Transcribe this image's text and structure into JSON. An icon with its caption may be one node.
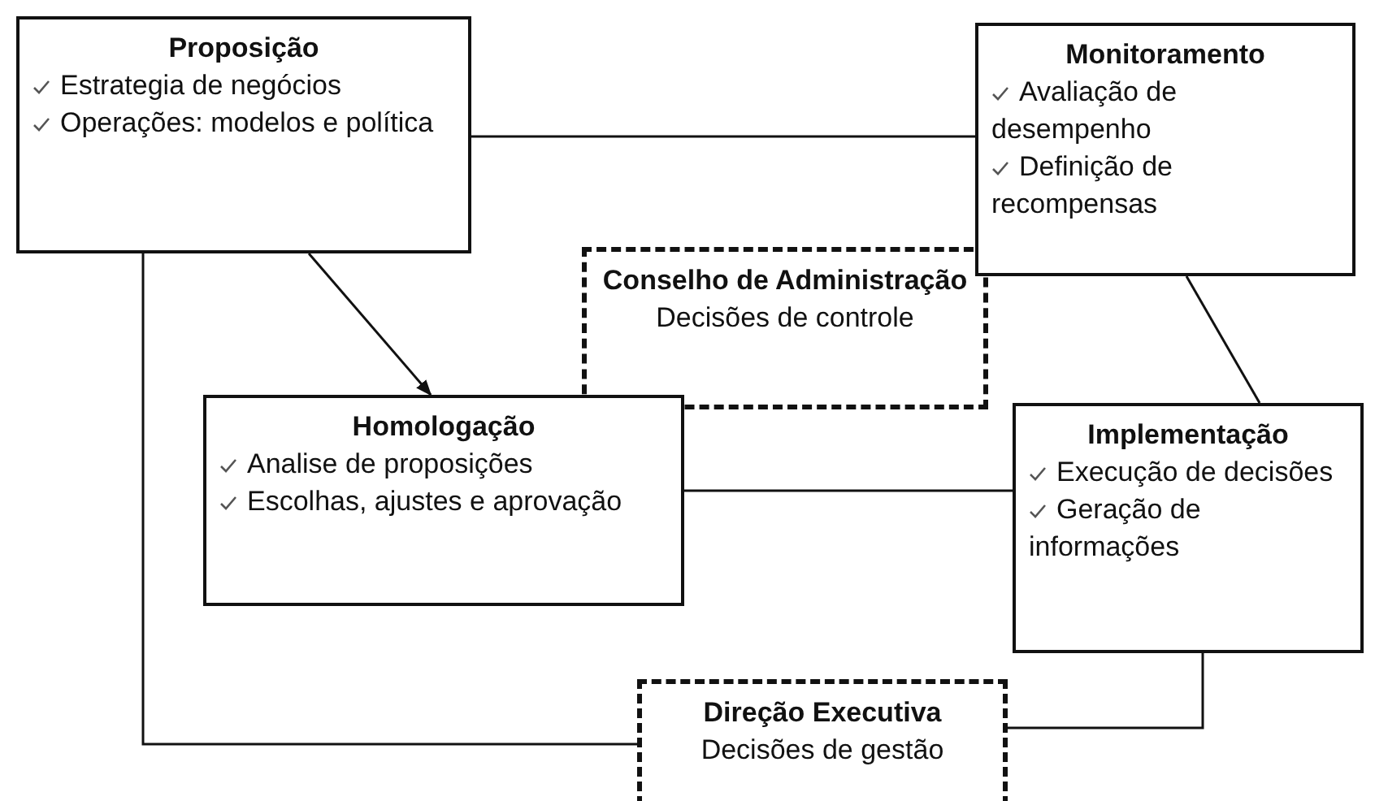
{
  "diagram": {
    "nodes": [
      {
        "text": [
          "Proposição",
          "Estrategia de negócios",
          "Operações: modelos e política"
        ]
      },
      {
        "text": [
          "Monitoramento",
          "Avaliação de desempenho",
          "Definição de recompensas"
        ]
      },
      {
        "text": [
          "Conselho de Administração",
          "Decisões de controle"
        ]
      },
      {
        "text": [
          "Homologação",
          "Analise de proposições",
          "Escolhas, ajustes e aprovação"
        ]
      },
      {
        "text": [
          "Implementação",
          "Execução de decisões",
          "Geração de informações"
        ]
      },
      {
        "text": [
          "Direção Executiva",
          "Decisões de gestão"
        ]
      }
    ],
    "edges": [
      {
        "from": 0,
        "to": 1,
        "arrow": "none"
      },
      {
        "from": 0,
        "to": 3,
        "arrow": "to"
      },
      {
        "from": 1,
        "to": 4,
        "arrow": "none"
      },
      {
        "from": 3,
        "to": 4,
        "arrow": "none"
      },
      {
        "from": 0,
        "to": 5,
        "arrow": "none"
      },
      {
        "from": 4,
        "to": 5,
        "arrow": "none"
      }
    ]
  }
}
